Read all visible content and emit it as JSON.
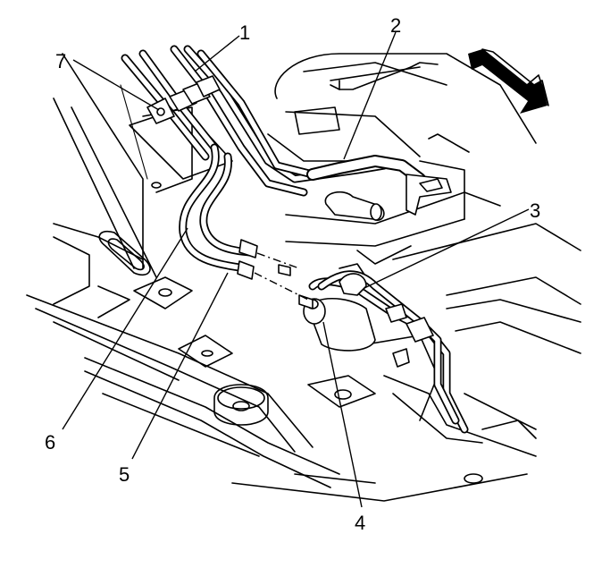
{
  "diagram": {
    "callouts": [
      {
        "id": "1",
        "label": "1"
      },
      {
        "id": "2",
        "label": "2"
      },
      {
        "id": "3",
        "label": "3"
      },
      {
        "id": "4",
        "label": "4"
      },
      {
        "id": "5",
        "label": "5"
      },
      {
        "id": "6",
        "label": "6"
      },
      {
        "id": "7",
        "label": "7"
      }
    ],
    "icons": {
      "direction_arrow": "direction-arrow-icon"
    }
  }
}
